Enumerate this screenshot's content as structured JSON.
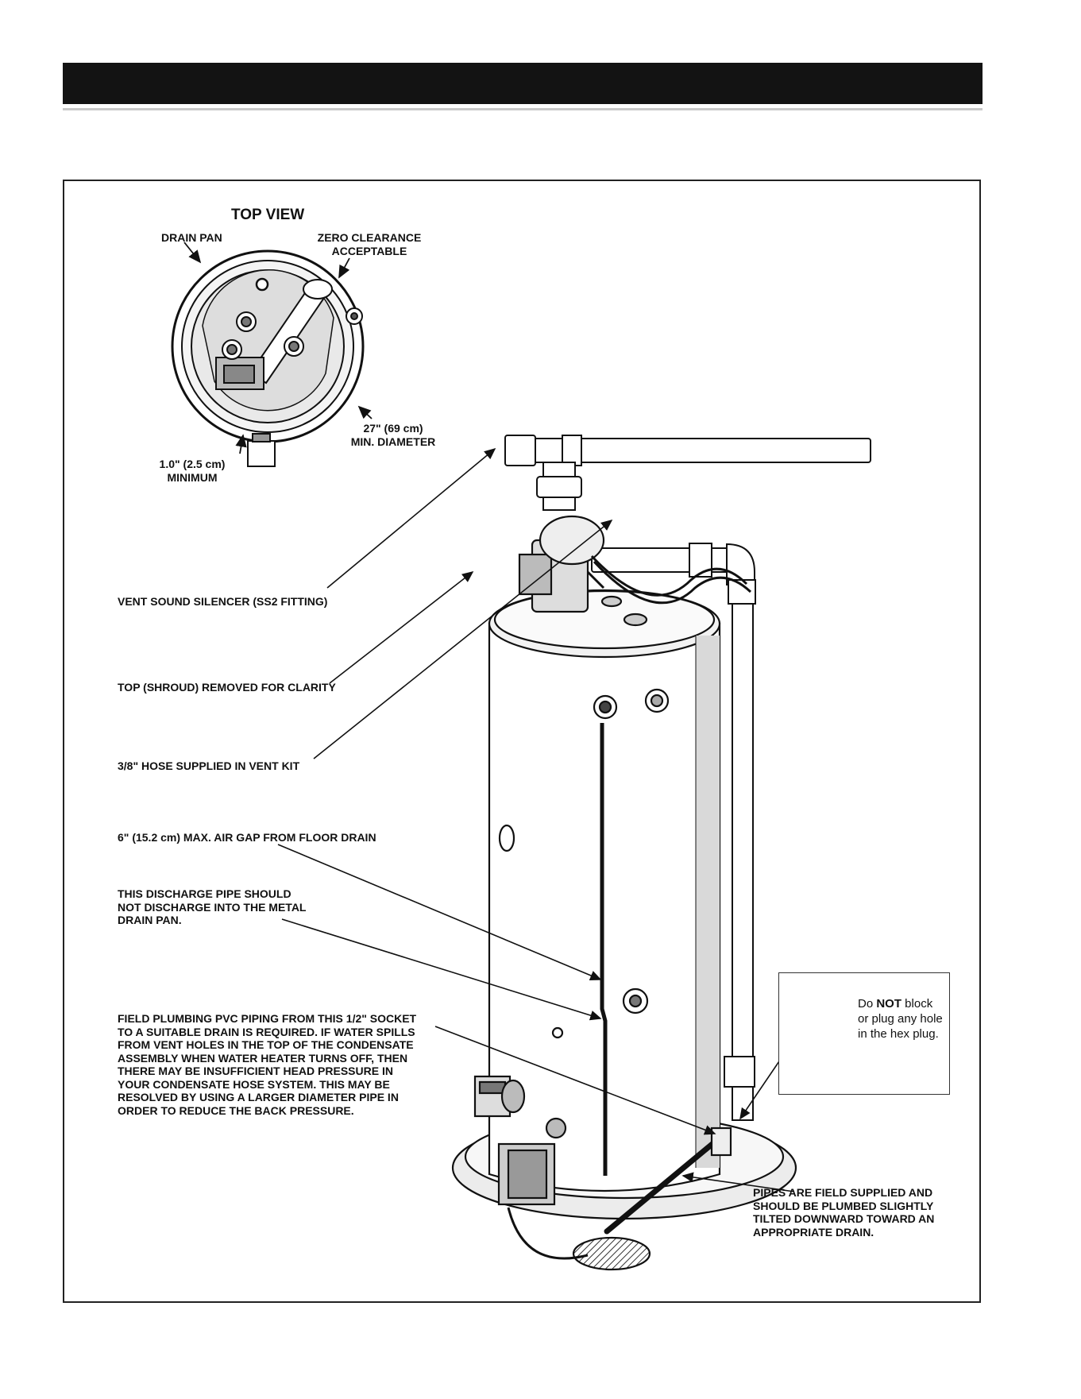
{
  "top_view": {
    "title": "TOP VIEW",
    "drain_pan": "DRAIN PAN",
    "zero_clearance": "ZERO CLEARANCE\nACCEPTABLE",
    "diameter": "27\" (69 cm)\nMIN. DIAMETER",
    "minimum": "1.0\" (2.5 cm)\nMINIMUM"
  },
  "labels": {
    "vent_silencer": "VENT SOUND SILENCER (SS2 FITTING)",
    "top_removed": "TOP (SHROUD) REMOVED FOR CLARITY",
    "hose": "3/8\" HOSE SUPPLIED IN VENT KIT",
    "air_gap": "6\" (15.2 cm) MAX. AIR GAP FROM FLOOR DRAIN",
    "discharge": "THIS DISCHARGE PIPE SHOULD\nNOT DISCHARGE INTO THE METAL\nDRAIN PAN.",
    "field_plumbing": "FIELD PLUMBING PVC PIPING FROM THIS 1/2\" SOCKET\nTO A SUITABLE DRAIN IS REQUIRED. IF WATER SPILLS\nFROM VENT HOLES IN THE TOP OF THE CONDENSATE\nASSEMBLY WHEN WATER HEATER TURNS OFF, THEN\nTHERE MAY BE INSUFFICIENT HEAD PRESSURE IN\nYOUR CONDENSATE HOSE SYSTEM. THIS MAY BE\nRESOLVED BY USING A LARGER DIAMETER PIPE IN\nORDER TO REDUCE THE BACK PRESSURE.",
    "pipes": "PIPES ARE FIELD SUPPLIED AND\nSHOULD BE PLUMBED SLIGHTLY\nTILTED DOWNWARD TOWARD AN\nAPPROPRIATE DRAIN."
  },
  "callout": {
    "line1_prefix": "Do ",
    "line1_bold": "NOT",
    "line1_suffix": " block",
    "line2": "or plug any hole",
    "line3": "in the hex plug."
  }
}
